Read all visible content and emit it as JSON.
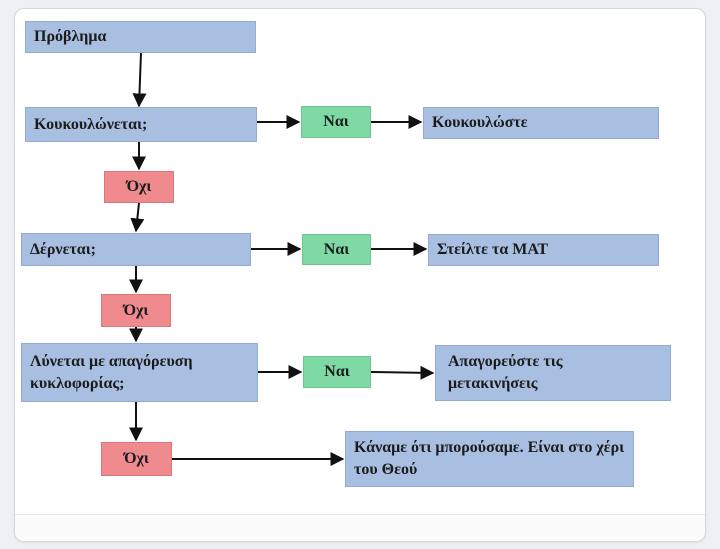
{
  "nodes": {
    "problem": "Πρόβλημα",
    "q1": "Κουκουλώνεται;",
    "yes1": "Ναι",
    "a1": "Κουκουλώστε",
    "no1": "Όχι",
    "q2": "Δέρνεται;",
    "yes2": "Ναι",
    "a2": "Στείλτε τα ΜΑΤ",
    "no2": "Όχι",
    "q3": "Λύνεται με απαγόρευση κυκλοφορίας;",
    "yes3": "Ναι",
    "a3": "Απαγορεύστε τις μετακινήσεις",
    "no3": "Όχι",
    "a4": "Κάναμε ότι μπορούσαμε. Είναι στο χέρι του Θεού"
  },
  "colors": {
    "question": "#a9bfe2",
    "yes": "#7fd9a4",
    "no": "#ef8a8e",
    "arrow": "#111111"
  }
}
